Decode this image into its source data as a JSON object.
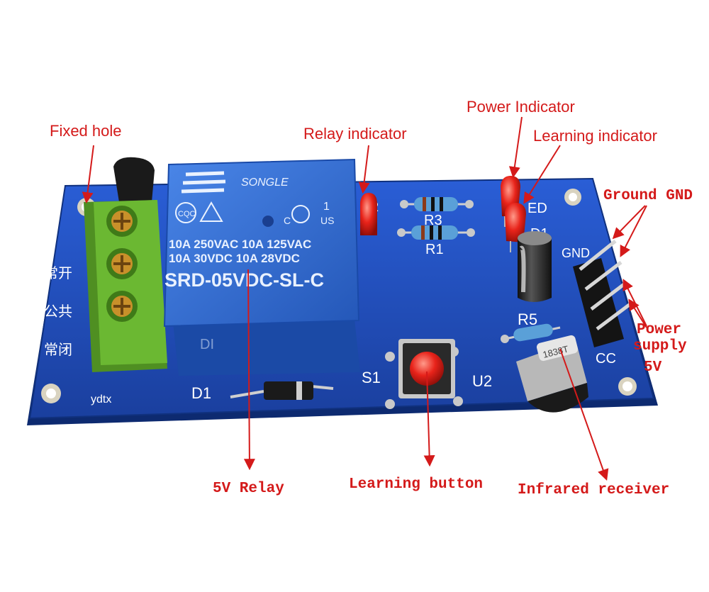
{
  "callouts": {
    "fixed_hole": "Fixed hole",
    "relay_indicator": "Relay indicator",
    "power_indicator": "Power Indicator",
    "learning_indicator": "Learning indicator",
    "ground": "Ground GND",
    "power_supply_1": "Power",
    "power_supply_2": "supply",
    "power_supply_3": "5V",
    "relay": "5V Relay",
    "learning_button": "Learning button",
    "infrared_receiver": "Infrared receiver"
  },
  "relay": {
    "brand": "SONGLE",
    "cert": "CQC",
    "us_mark": "US",
    "line1": "10A 250VAC   10A 125VAC",
    "line2": "10A  30VDC   10A  28VDC",
    "model": "SRD-05VDC-SL-C",
    "pin_mark": "1",
    "c_mark": "C"
  },
  "silkscreen": {
    "no": "常开",
    "com": "公共",
    "nc": "常闭",
    "brand": "ydtx",
    "d1": "D1",
    "s1": "S1",
    "u2": "U2",
    "r1": "R1",
    "r3": "R3",
    "r5": "R5",
    "gnd": "GND",
    "vcc": "CC",
    "led": "ED",
    "d_label": "D1",
    "d2": "2",
    "di": "DI",
    "ir_code": "1838T"
  },
  "colors": {
    "callout": "#d41a1a",
    "pcb": "#1f4fbf",
    "relay": "#2f6fd6",
    "terminal": "#5fa52c",
    "led": "#e8231a"
  }
}
